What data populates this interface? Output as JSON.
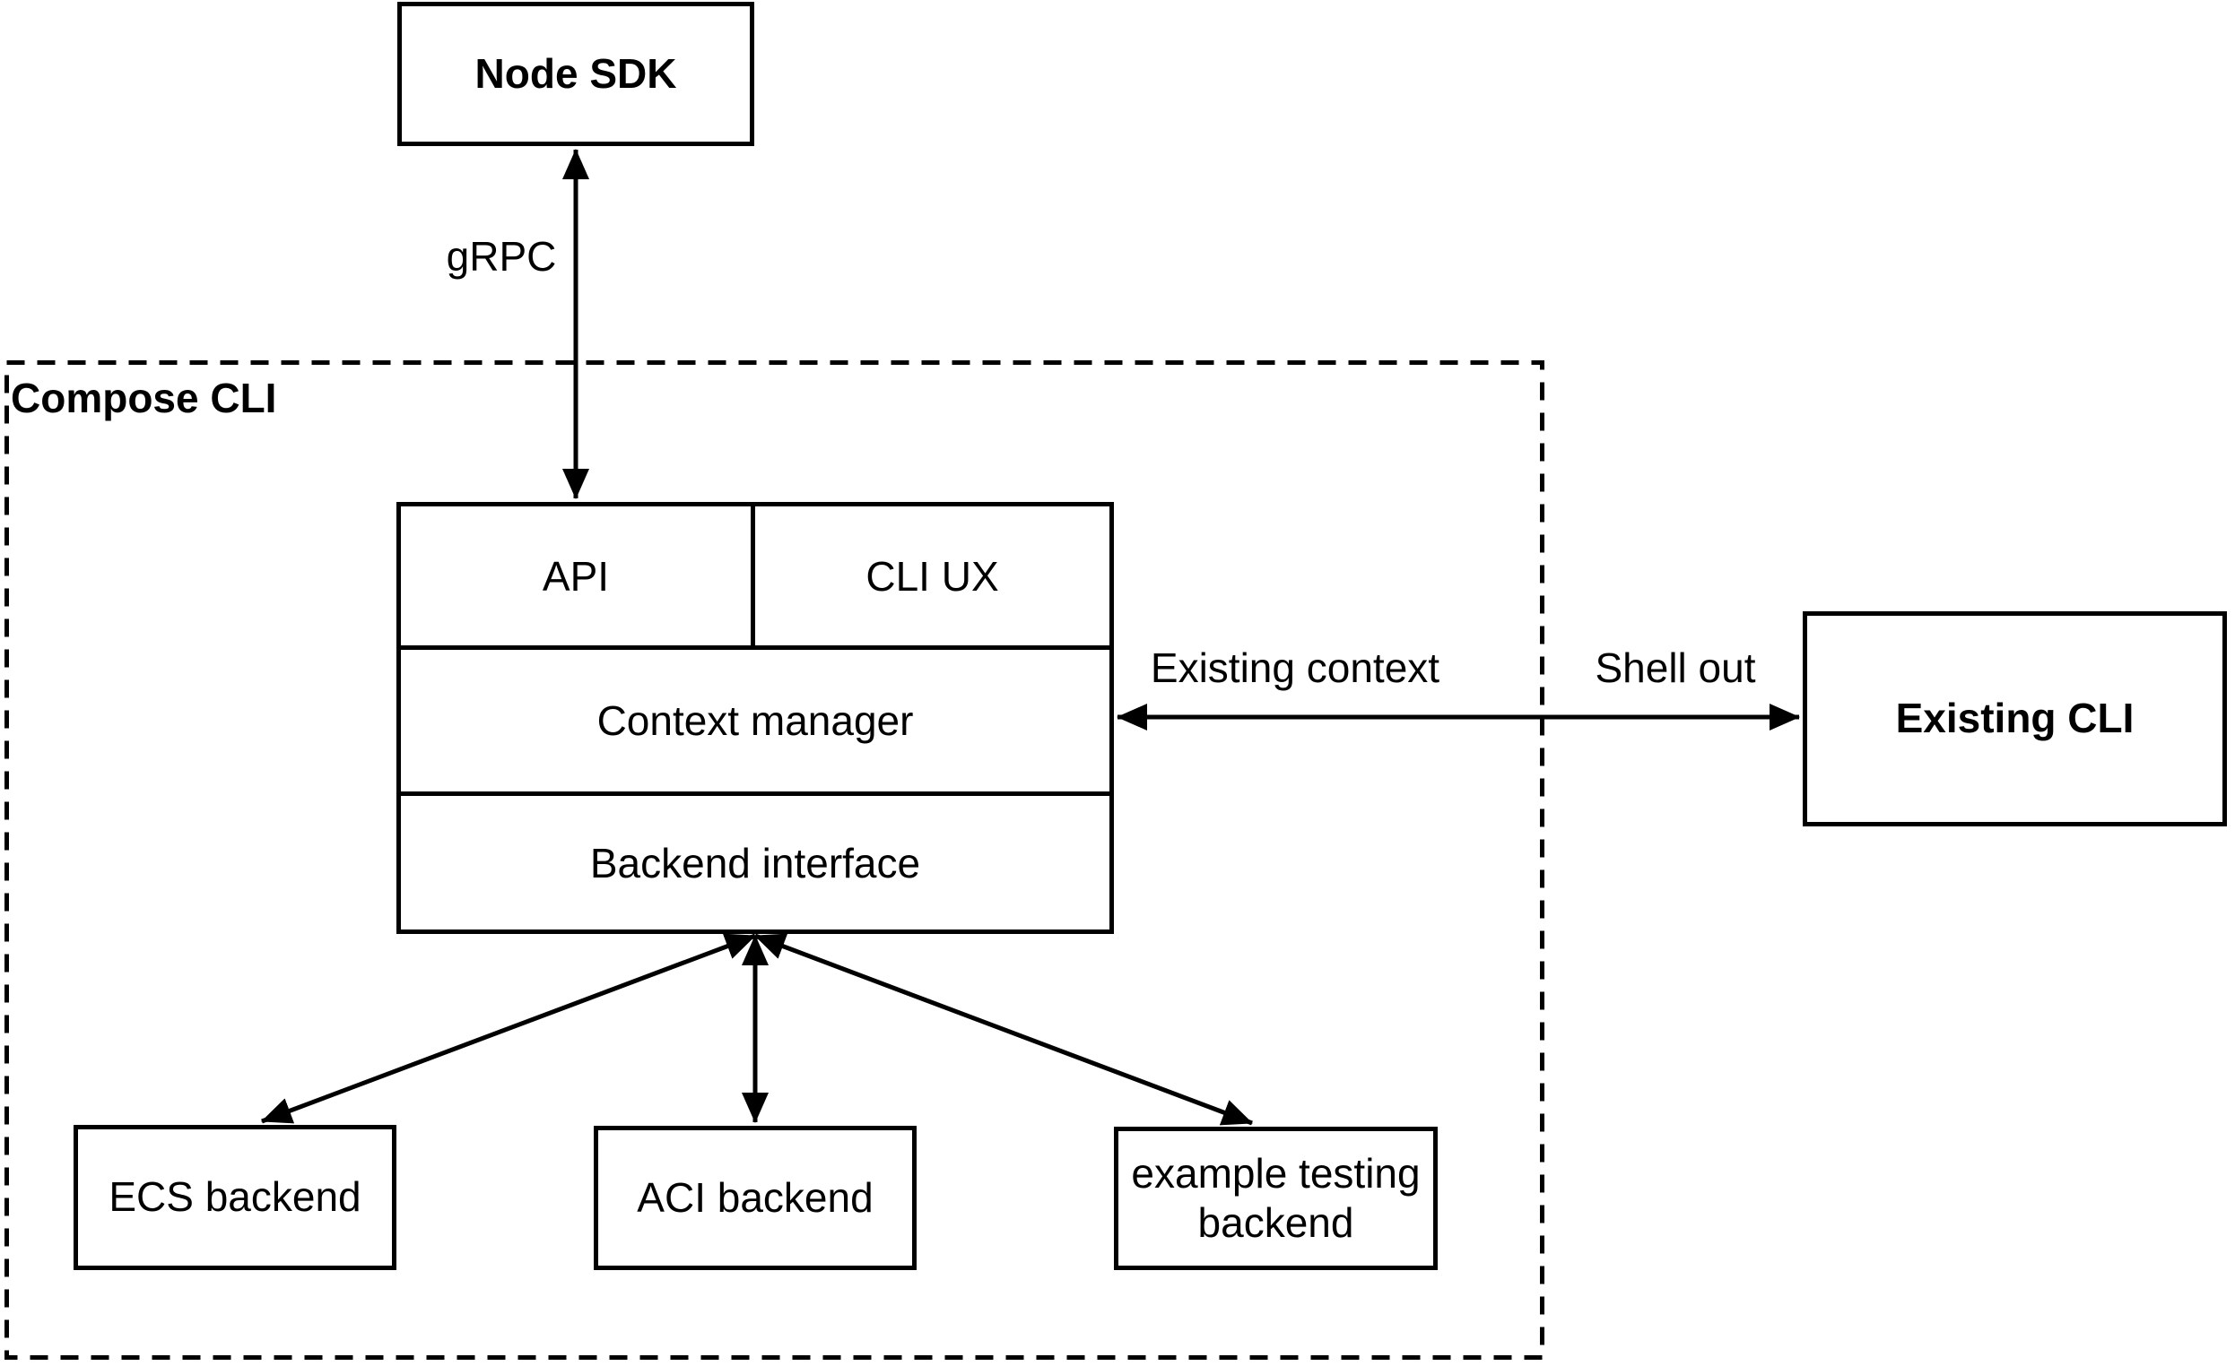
{
  "diagram": {
    "container_label": "Compose CLI",
    "nodes": {
      "node_sdk": "Node SDK",
      "api": "API",
      "cli_ux": "CLI UX",
      "context_manager": "Context manager",
      "backend_interface": "Backend interface",
      "ecs_backend": "ECS backend",
      "aci_backend": "ACI backend",
      "example_testing_backend": "example testing\nbackend",
      "existing_cli": "Existing CLI"
    },
    "edge_labels": {
      "grpc": "gRPC",
      "existing_context": "Existing context",
      "shell_out": "Shell out"
    },
    "colors": {
      "stroke": "#000000",
      "background": "#ffffff"
    }
  }
}
